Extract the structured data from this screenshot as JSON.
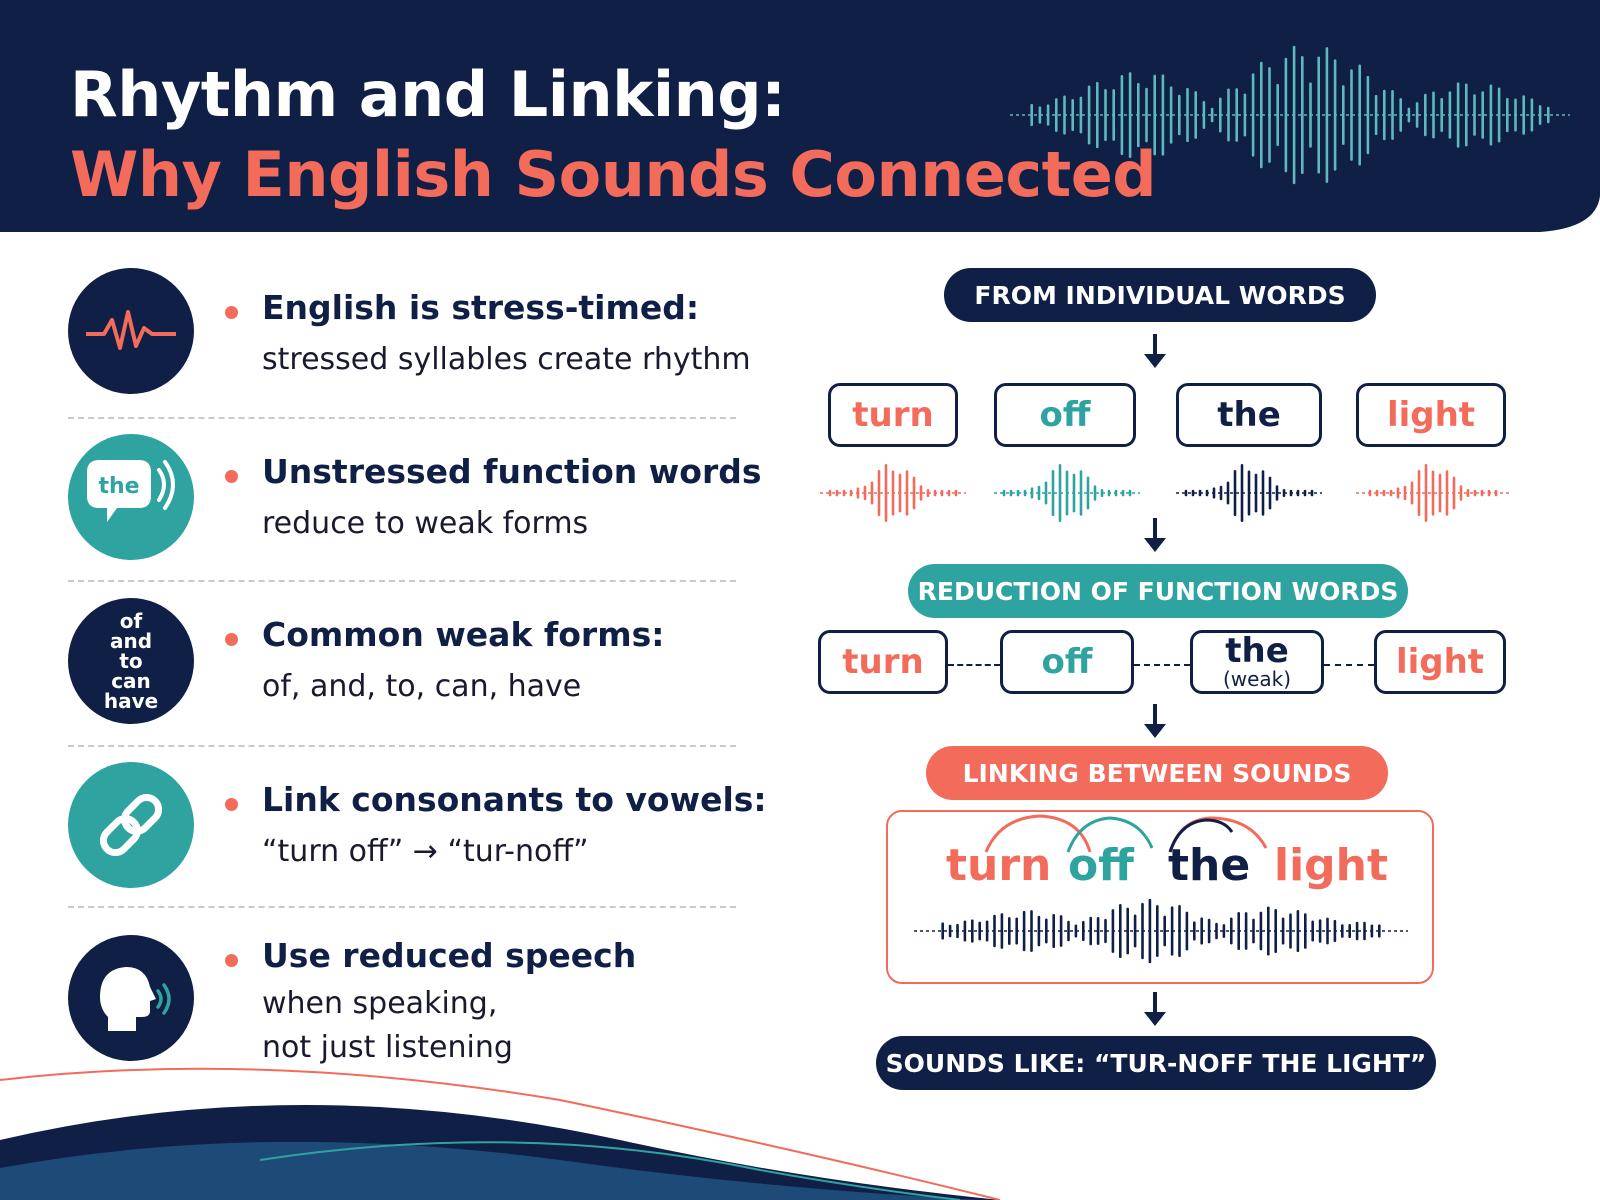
{
  "title": {
    "line1": "Rhythm and Linking:",
    "line2": "Why English Sounds Connected"
  },
  "left_items": [
    {
      "icon": "heartbeat-wave-icon",
      "heading": "English is stress-timed:",
      "text": [
        "stressed syllables create rhythm"
      ]
    },
    {
      "icon": "speech-bubble-icon",
      "icon_label": "the",
      "heading": "Unstressed function words",
      "text": [
        "reduce to weak forms"
      ]
    },
    {
      "icon": "weak-forms-list-icon",
      "icon_words": [
        "of",
        "and",
        "to",
        "can",
        "have"
      ],
      "heading": "Common weak forms:",
      "text": [
        "of, and, to, can, have"
      ]
    },
    {
      "icon": "chain-link-icon",
      "heading": "Link consonants to vowels:",
      "text": [
        "“turn off” → “tur-noff”"
      ]
    },
    {
      "icon": "speaking-head-icon",
      "heading": "Use reduced speech",
      "text": [
        "when speaking,",
        "not just listening"
      ]
    }
  ],
  "flow": {
    "step1_label": "FROM INDIVIDUAL WORDS",
    "step1_words": [
      "turn",
      "off",
      "the",
      "light"
    ],
    "step2_label": "REDUCTION OF FUNCTION WORDS",
    "step2_words": [
      "turn",
      "off",
      "the",
      "light"
    ],
    "step2_weak_tag": "(weak)",
    "step3_label": "LINKING BETWEEN SOUNDS",
    "step3_words": [
      "turn",
      "off",
      "the",
      "light"
    ],
    "result_label": "SOUNDS LIKE: “TUR-NOFF THE LIGHT”"
  },
  "colors": {
    "navy": "#0f1f45",
    "coral": "#f26b5b",
    "teal": "#2fa3a0",
    "header_wave": "#5fb8bd"
  }
}
